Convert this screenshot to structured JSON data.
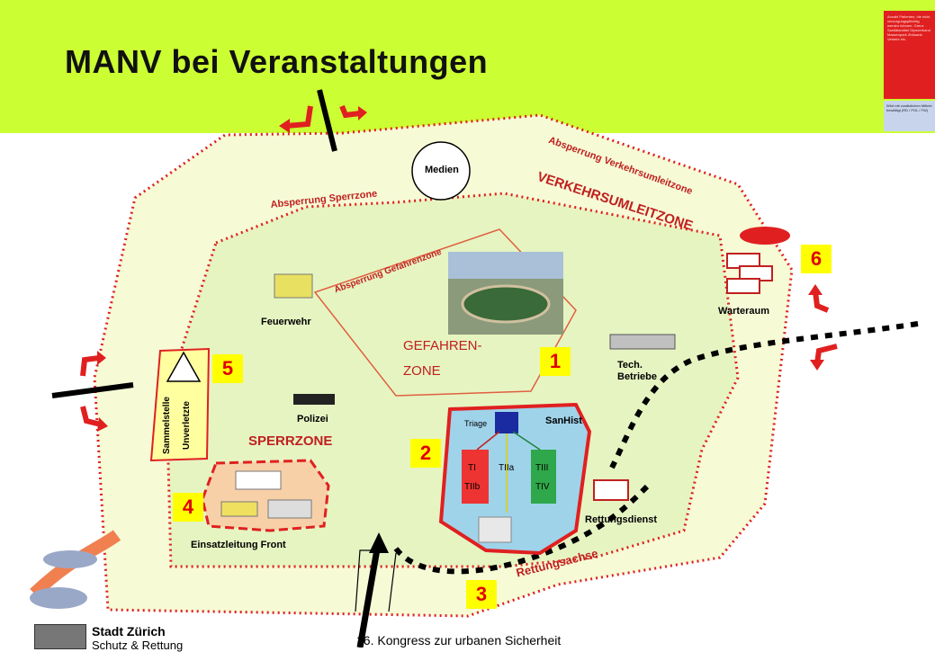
{
  "title": "MANV bei Veranstaltungen",
  "corner_note": {
    "red_text": "Anzahl Patienten, die nicht versorgungspflichtig werden können. Grenz Sanitätsmittel Gipsverband Massenpark Zivilsanit. Verkehr etc.",
    "blue_text": "Wird mit zusätzlichen Mitteln bewältigt (RD / POL / FW)"
  },
  "zones": {
    "absperrung_verkehr": "Absperrung Verkehrsumleitzone",
    "verkehrsumleitzone": "VERKEHRSUMLEITZONE",
    "absperrung_sperrzone": "Absperrung Sperrzone",
    "absperrung_gefahrenzone": "Absperrung Gefahrenzone",
    "gefahrenzone_line1": "GEFAHREN-",
    "gefahrenzone_line2": "ZONE",
    "sperrzone": "SPERRZONE",
    "rettungsachse": "Rettungsachse"
  },
  "labels": {
    "medien": "Medien",
    "feuerwehr": "Feuerwehr",
    "polizei": "Polizei",
    "tech_line1": "Tech.",
    "tech_line2": "Betriebe",
    "warteraum": "Warteraum",
    "sanhist": "SanHist",
    "triage": "Triage",
    "t1": "TI",
    "t2b": "TIIb",
    "t2a": "TIIa",
    "t3": "TIII",
    "t4": "TIV",
    "rettungsdienst": "Rettungsdienst",
    "einsatzleitung": "Einsatzleitung Front",
    "sammelstelle_line1": "Sammelstelle",
    "sammelstelle_line2": "Unverletzte"
  },
  "numbers": [
    "1",
    "2",
    "3",
    "4",
    "5",
    "6"
  ],
  "footer": {
    "org_name": "Stadt Zürich",
    "org_sub": "Schutz & Rettung",
    "congress": "16. Kongress zur urbanen Sicherheit"
  },
  "colors": {
    "header_bg": "#ccff33",
    "zone_outer": "#f6fbd6",
    "zone_inner": "#e6f4c2",
    "dotted_red": "#e02020",
    "number_bg": "#ffff00"
  }
}
